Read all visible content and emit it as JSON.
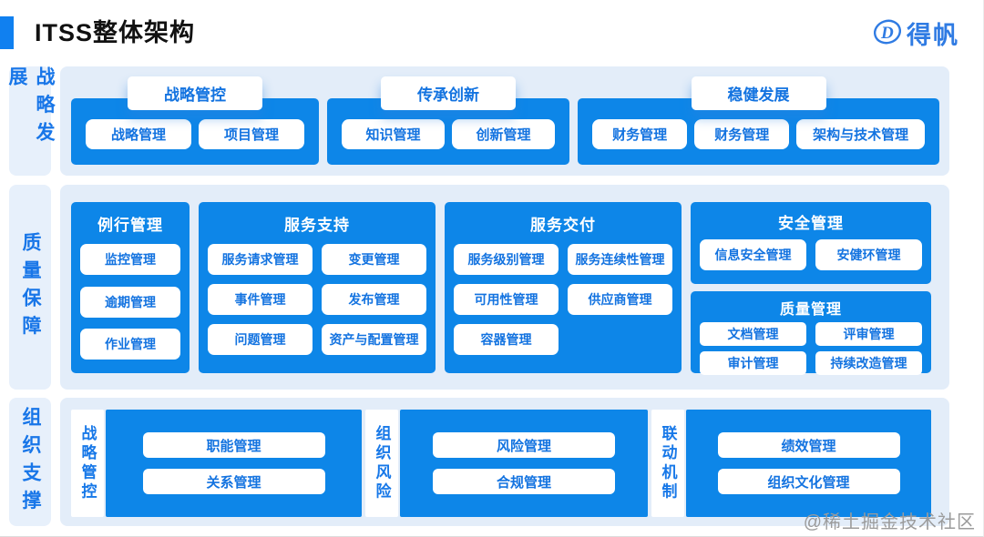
{
  "header": {
    "title": "ITSS整体架构",
    "logo_text": "得帆"
  },
  "colors": {
    "primary_blue": "#0d86e8",
    "band_bg": "#e3edf9",
    "chip_text_blue": "#1373e0",
    "accent_blue": "#1080f0",
    "logo_blue": "#2f7be3",
    "watermark_gray": "#9b9b9b"
  },
  "bands": [
    {
      "label": "战略发展",
      "panels": [
        {
          "tab": "战略管控",
          "items": [
            "战略管理",
            "项目管理"
          ]
        },
        {
          "tab": "传承创新",
          "items": [
            "知识管理",
            "创新管理"
          ]
        },
        {
          "tab": "稳健发展",
          "items": [
            "财务管理",
            "财务管理",
            "架构与技术管理"
          ]
        }
      ]
    },
    {
      "label": "质量保障",
      "panels": [
        {
          "title": "例行管理",
          "items": [
            "监控管理",
            "逾期管理",
            "作业管理"
          ]
        },
        {
          "title": "服务支持",
          "items": [
            "服务请求管理",
            "变更管理",
            "事件管理",
            "发布管理",
            "问题管理",
            "资产与配置管理"
          ]
        },
        {
          "title": "服务交付",
          "items": [
            "服务级别管理",
            "服务连续性管理",
            "可用性管理",
            "供应商管理",
            "容器管理"
          ]
        }
      ],
      "stack": [
        {
          "title": "安全管理",
          "items": [
            "信息安全管理",
            "安健环管理"
          ]
        },
        {
          "title": "质量管理",
          "items": [
            "文档管理",
            "评审管理",
            "审计管理",
            "持续改造管理"
          ]
        }
      ]
    },
    {
      "label": "组织支撑",
      "groups": [
        {
          "label": "战略管控",
          "items": [
            "职能管理",
            "关系管理"
          ]
        },
        {
          "label": "组织风险",
          "items": [
            "风险管理",
            "合规管理"
          ]
        },
        {
          "label": "联动机制",
          "items": [
            "绩效管理",
            "组织文化管理"
          ]
        }
      ]
    }
  ],
  "watermark": "@稀土掘金技术社区"
}
